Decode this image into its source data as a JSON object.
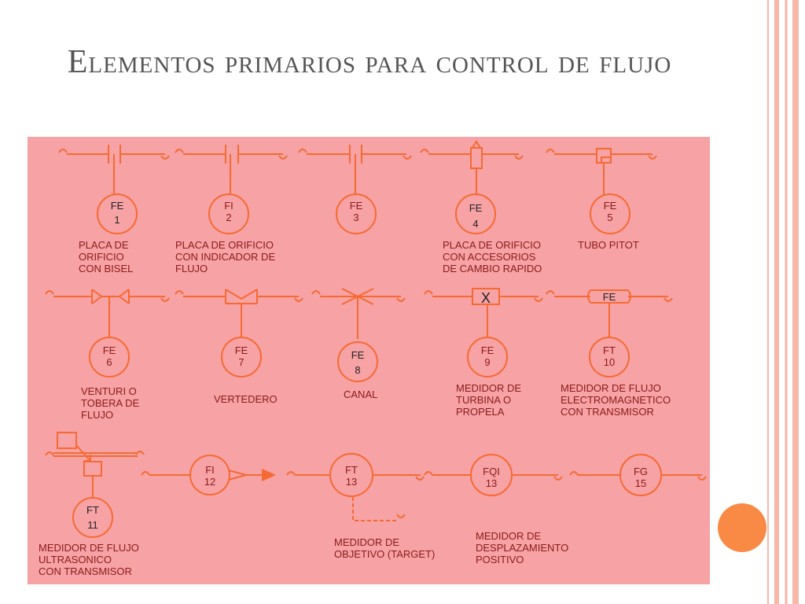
{
  "slide": {
    "title": "Elementos primarios para control de flujo"
  },
  "instruments": [
    {
      "tag": "FE",
      "number": "1",
      "caption": [
        "PLACA DE",
        "ORIFICIO",
        "CON BISEL"
      ]
    },
    {
      "tag": "FI",
      "number": "2",
      "caption": [
        "PLACA DE ORIFICIO",
        "CON INDICADOR DE",
        "FLUJO"
      ]
    },
    {
      "tag": "FE",
      "number": "3",
      "caption": []
    },
    {
      "tag": "FE",
      "number": "4",
      "caption": [
        "PLACA DE ORIFICIO",
        "CON ACCESORIOS",
        "DE CAMBIO RAPIDO"
      ]
    },
    {
      "tag": "FE",
      "number": "5",
      "caption": [
        "TUBO PITOT"
      ]
    },
    {
      "tag": "FE",
      "number": "6",
      "caption": [
        "VENTURI  O",
        "TOBERA DE",
        "FLUJO"
      ]
    },
    {
      "tag": "FE",
      "number": "7",
      "caption": [
        "VERTEDERO"
      ]
    },
    {
      "tag": "FE",
      "number": "8",
      "caption": [
        "CANAL"
      ]
    },
    {
      "tag": "FE",
      "number": "9",
      "caption": [
        "MEDIDOR  DE",
        "TURBINA O",
        "PROPELA"
      ]
    },
    {
      "tag": "FT",
      "number": "10",
      "caption": [
        "MEDIDOR DE FLUJO",
        "ELECTROMAGNETICO",
        "CON TRANSMISOR"
      ]
    },
    {
      "tag": "FT",
      "number": "11",
      "caption": [
        "MEDIDOR DE FLUJO",
        "ULTRASONICO",
        "CON TRANSMISOR"
      ]
    },
    {
      "tag": "FI",
      "number": "12",
      "caption": []
    },
    {
      "tag": "FT",
      "number": "13",
      "caption": [
        "MEDIDOR DE",
        "OBJETIVO (TARGET)"
      ]
    },
    {
      "tag": "FQI",
      "number": "13",
      "caption": [
        "MEDIDOR DE",
        "DESPLAZAMIENTO",
        "POSITIVO"
      ]
    },
    {
      "tag": "FG",
      "number": "15",
      "caption": []
    }
  ],
  "symbols": {
    "turbine_mark": "X",
    "magnetic_mark": "FE"
  },
  "colors": {
    "panel": "#f7a2a5",
    "line": "#f56a32",
    "caption": "#8b1a1a",
    "title": "#555555",
    "accent_orb": "#f98a45"
  }
}
